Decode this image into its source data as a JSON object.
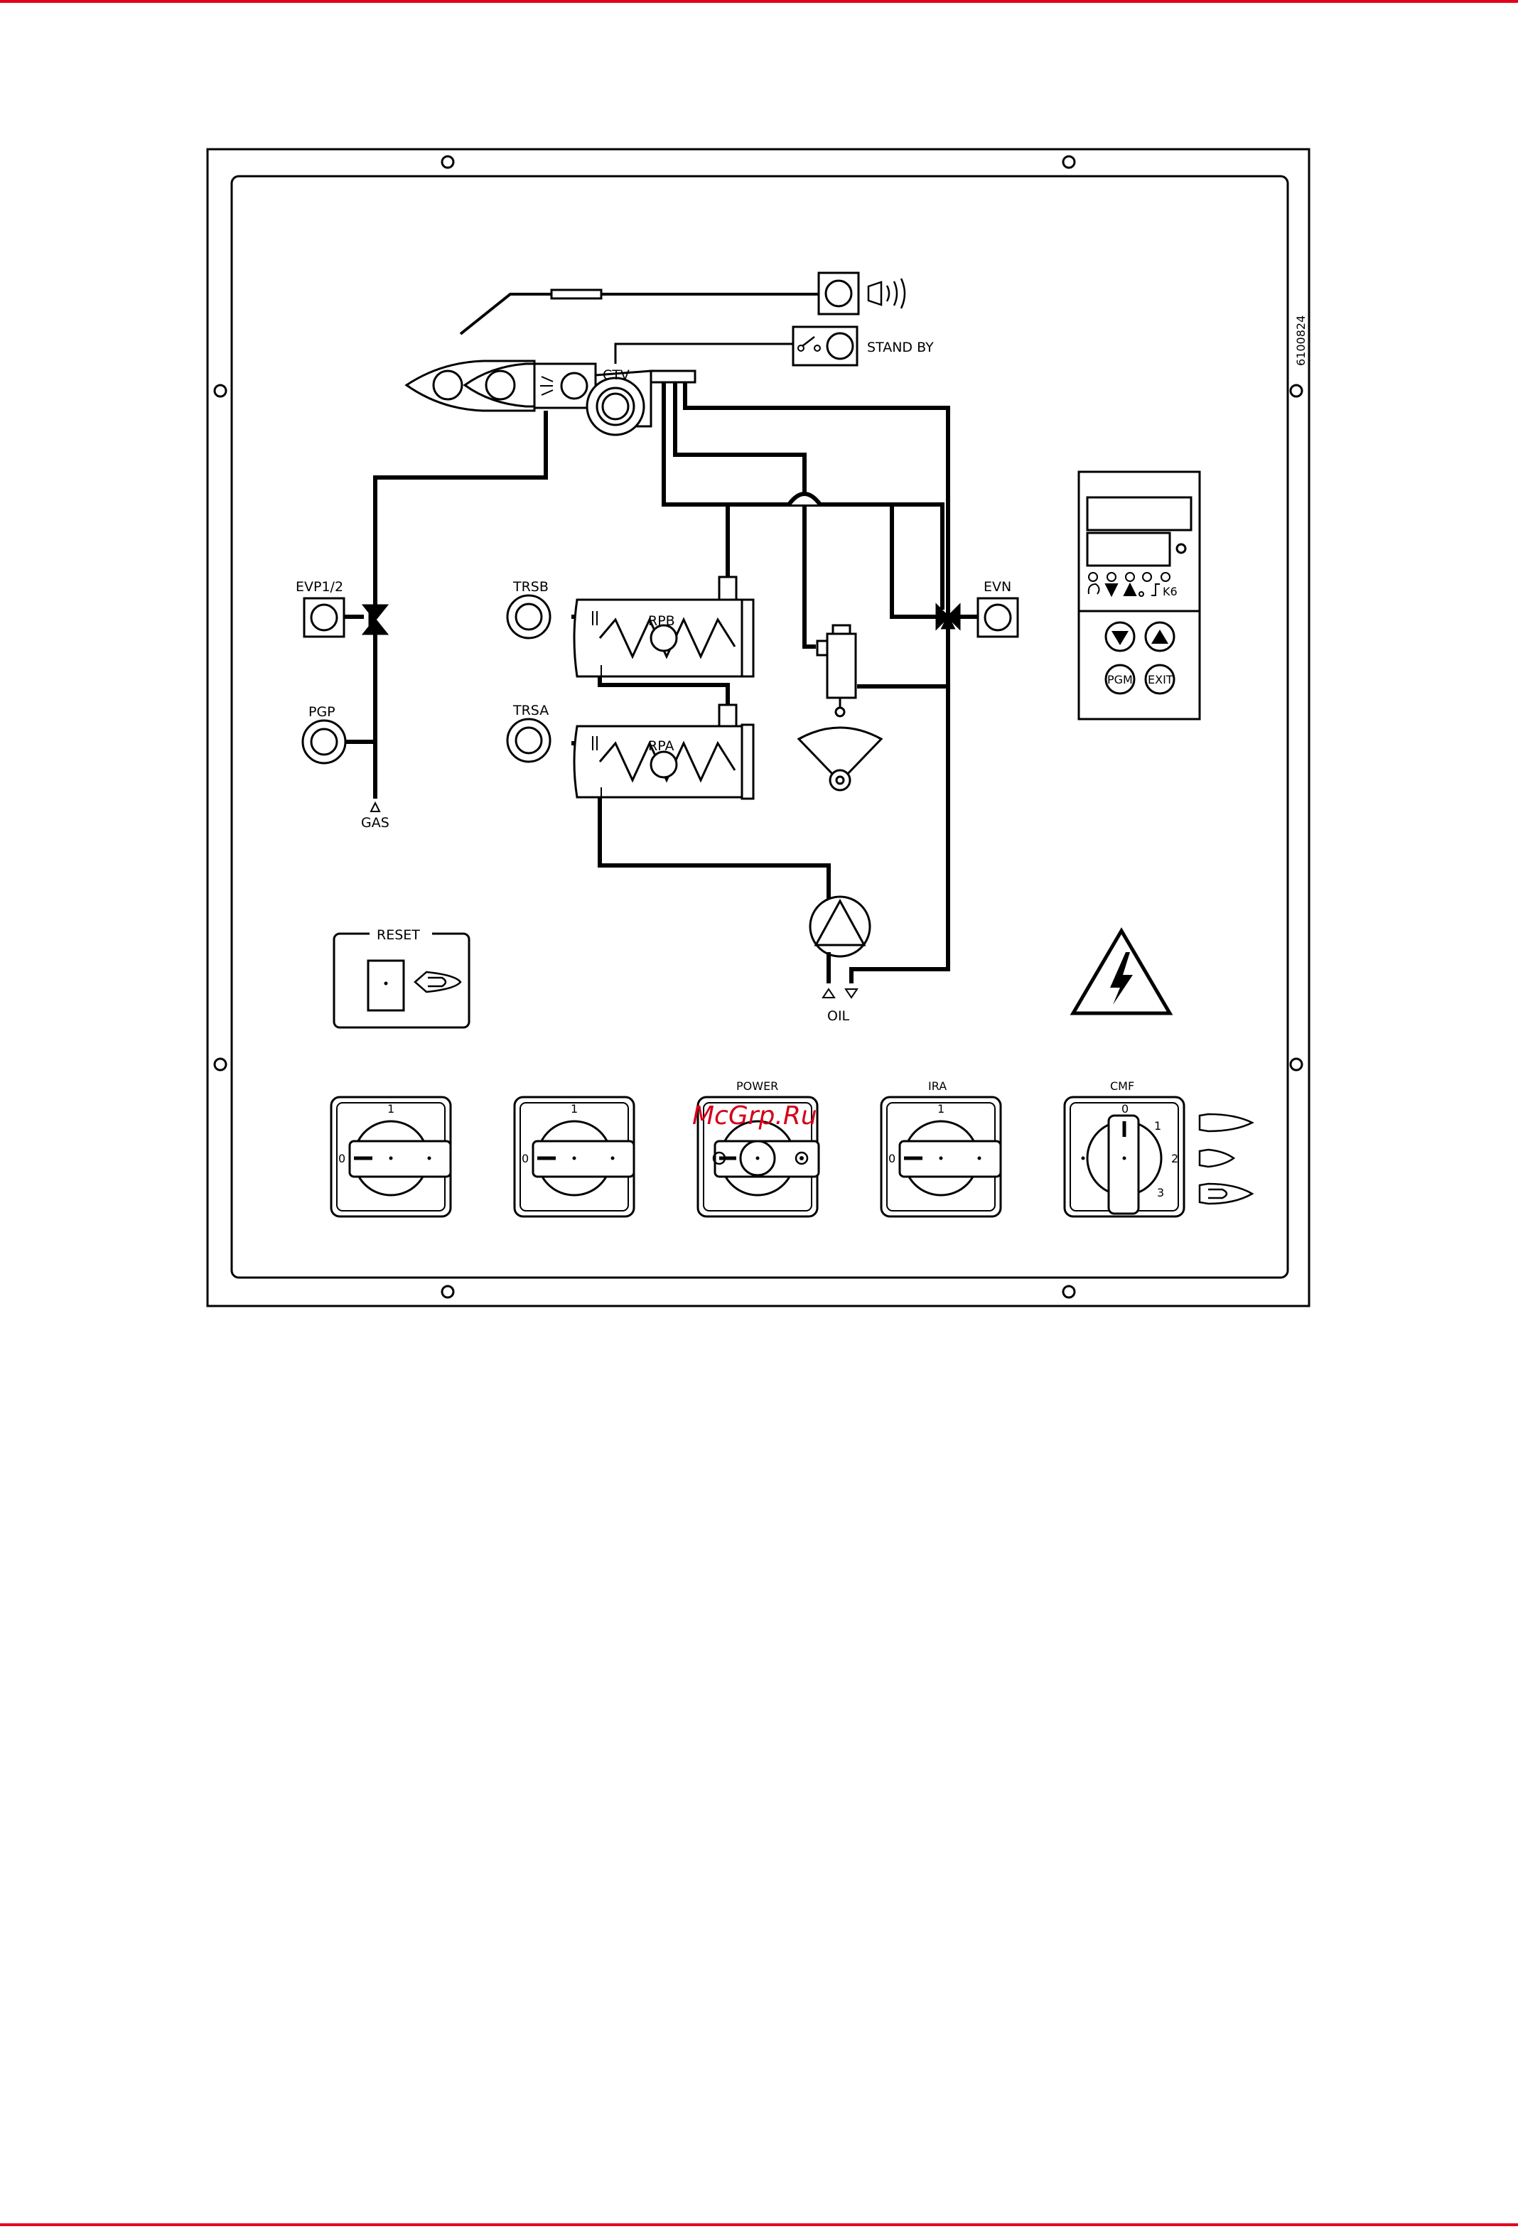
{
  "labels": {
    "stand_by": "STAND BY",
    "ctv": "CTV",
    "doc_code": "6100824",
    "evp": "EVP1/2",
    "pgp": "PGP",
    "gas": "GAS",
    "trsb": "TRSB",
    "trsa": "TRSA",
    "rpb": "RPB",
    "rpa": "RPA",
    "evn": "EVN",
    "oil": "OIL",
    "reset": "RESET"
  },
  "controller": {
    "k6": "K6",
    "pgm_button": "PGM",
    "exit_button": "EXIT"
  },
  "switches": [
    {
      "title": "",
      "top": "1",
      "left": "0"
    },
    {
      "title": "",
      "top": "1",
      "left": "0"
    },
    {
      "title": "POWER",
      "top": "",
      "left": ""
    },
    {
      "title": "IRA",
      "top": "1",
      "left": "0"
    },
    {
      "title": "CMF",
      "top": "0",
      "left": "",
      "positions": [
        "1",
        "2",
        "3"
      ]
    }
  ],
  "watermark": "McGrp.Ru",
  "colors": {
    "page_rule": "#e3001b",
    "watermark": "#d4001a",
    "ink": "#000000"
  },
  "icons": [
    "horn-icon",
    "burner-flame-icon",
    "warning-high-voltage-icon",
    "arrow-down-icon",
    "arrow-up-icon",
    "flame-small-icon",
    "flame-medium-icon",
    "flame-large-icon",
    "pump-icon",
    "oil-heater-icon"
  ]
}
